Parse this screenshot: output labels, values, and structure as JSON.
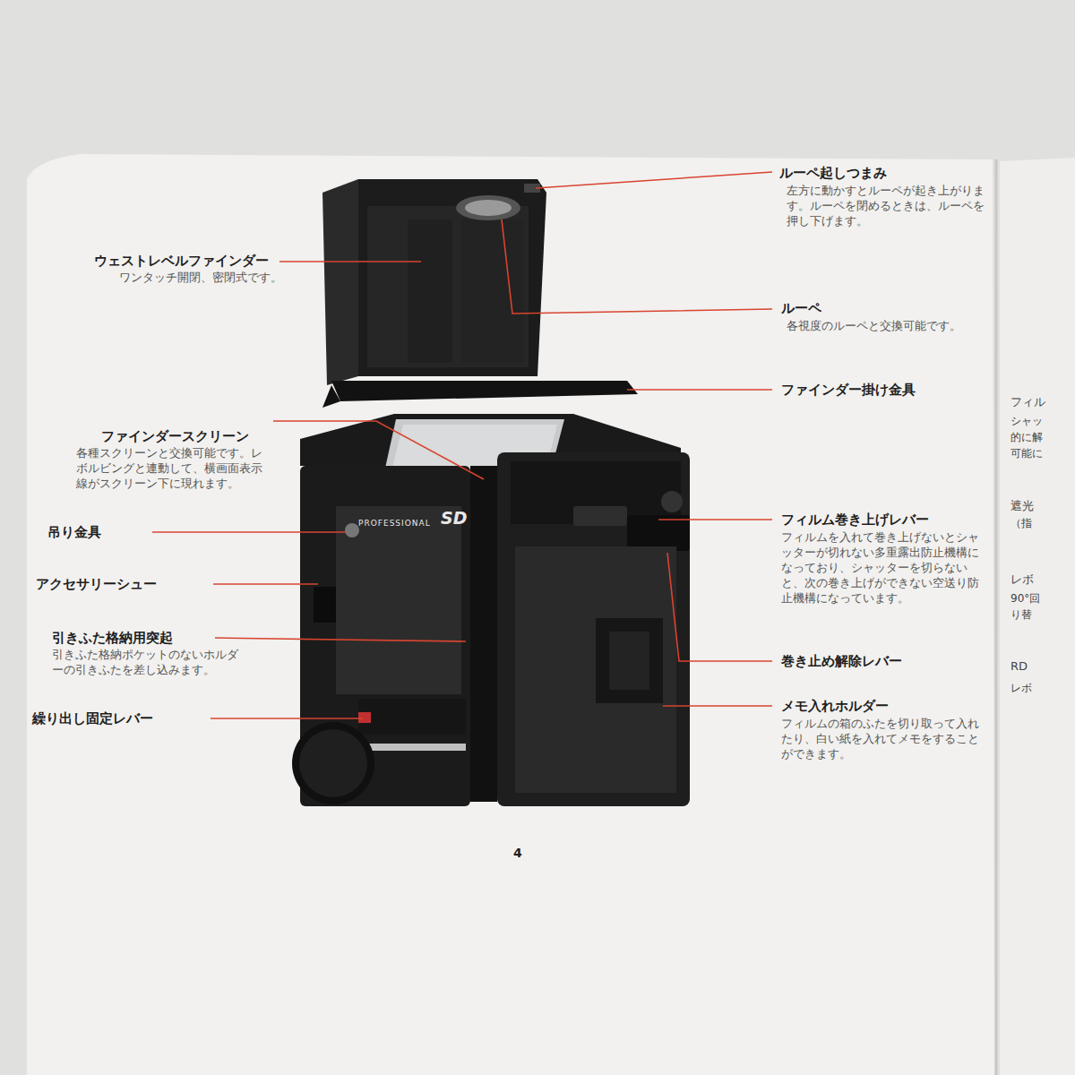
{
  "diagram": {
    "labels": [
      "ルーペ起しつまみ",
      "左方に動かすとルーペが起き上がります。ルーペを閉めるときは、ルーペを押し下げます。",
      "ウェストレベルファインダー",
      "ワンタッチ開閉、密閉式です。",
      "ルーペ",
      "各視度のルーペと交換可能です。",
      "ファインダー掛け金具",
      "ファインダースクリーン",
      "各種スクリーンと交換可能です。レボルビングと連動して、横画面表示線がスクリーン下に現れます。",
      "吊り金具",
      "アクセサリーシュー",
      "引きふた格納用突起",
      "引きふた格納ポケットのないホルダーの引きふたを差し込みます。",
      "繰り出し固定レバー",
      "フィルム巻き上げレバー",
      "フィルムを入れて巻き上げないとシャッターが切れない多重露出防止機構になっており、シャッターを切らないと、次の巻き上げができない空送り防止機構になっています。",
      "巻き止め解除レバー",
      "メモ入れホルダー",
      "フィルムの箱のふたを切り取って入れたり、白い紙を入れてメモをすることができます。",
      "4",
      "PROFESSIONAL",
      "SD",
      "フィル",
      "シャッ",
      "的に解",
      "可能に",
      "遮光",
      "（指",
      "レボ",
      "90°回",
      "り替",
      "RD",
      "レボ"
    ]
  }
}
